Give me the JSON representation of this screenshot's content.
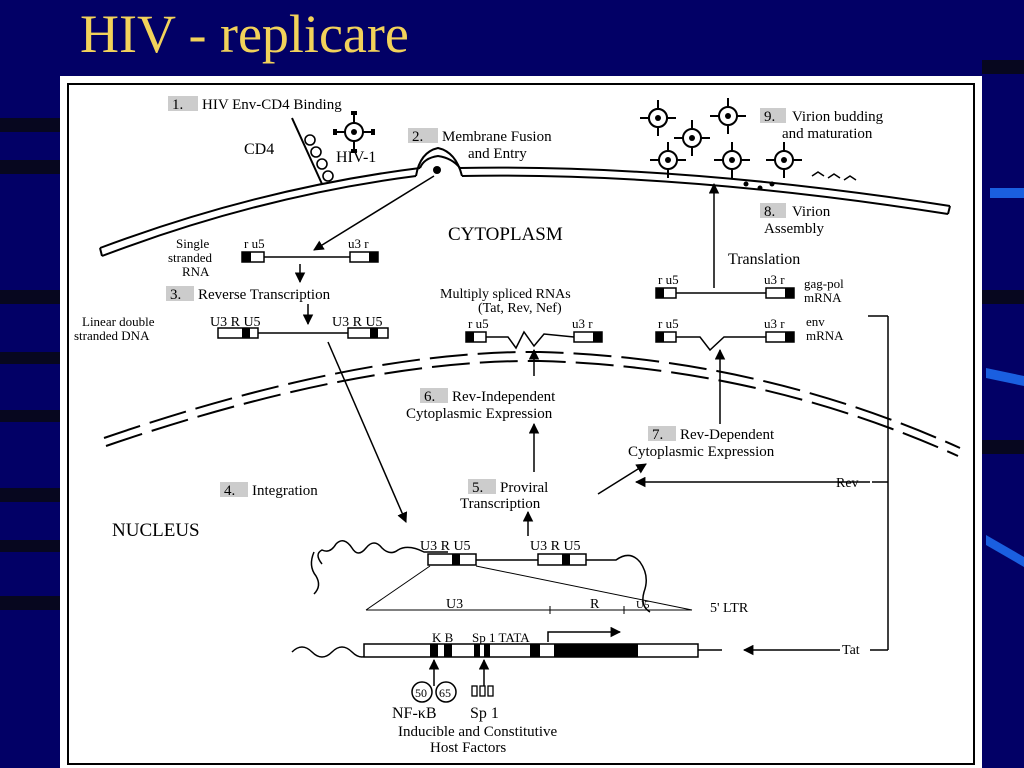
{
  "slide": {
    "title": "HIV - replicare"
  },
  "steps": {
    "s1_num": "1.",
    "s1_text": "HIV Env-CD4 Binding",
    "s2_num": "2.",
    "s2_text1": "Membrane Fusion",
    "s2_text2": "and Entry",
    "s3_num": "3.",
    "s3_text": "Reverse Transcription",
    "s4_num": "4.",
    "s4_text": "Integration",
    "s5_num": "5.",
    "s5_text1": "Proviral",
    "s5_text2": "Transcription",
    "s6_num": "6.",
    "s6_text1": "Rev-Independent",
    "s6_text2": "Cytoplasmic Expression",
    "s7_num": "7.",
    "s7_text1": "Rev-Dependent",
    "s7_text2": "Cytoplasmic Expression",
    "s8_num": "8.",
    "s8_text1": "Virion",
    "s8_text2": "Assembly",
    "s9_num": "9.",
    "s9_text1": "Virion budding",
    "s9_text2": "and maturation"
  },
  "labels": {
    "cd4": "CD4",
    "hiv1": "HIV-1",
    "cytoplasm": "CYTOPLASM",
    "nucleus": "NUCLEUS",
    "translation": "Translation",
    "single1": "Single",
    "single2": "stranded",
    "single3": "RNA",
    "linear1": "Linear double",
    "linear2": "stranded DNA",
    "multi1": "Multiply spliced RNAs",
    "multi2": "(Tat, Rev, Nef)",
    "gagpol1": "gag-pol",
    "gagpol2": "mRNA",
    "env1": "env",
    "env2": "mRNA",
    "rev": "Rev",
    "tat": "Tat",
    "ltr": "5' LTR",
    "seg_u3": "U3",
    "seg_r": "R",
    "seg_u5": "U5",
    "kb": "K B",
    "sp1tata": "Sp 1 TATA",
    "p50": "50",
    "p65": "65",
    "nfkb": "NF-κB",
    "sp1": "Sp 1",
    "host1": "Inducible and Constitutive",
    "host2": "Host Factors"
  },
  "markers": {
    "ru5": "r u5",
    "u3r": "u3 r",
    "U3RU5": "U3 R U5"
  }
}
